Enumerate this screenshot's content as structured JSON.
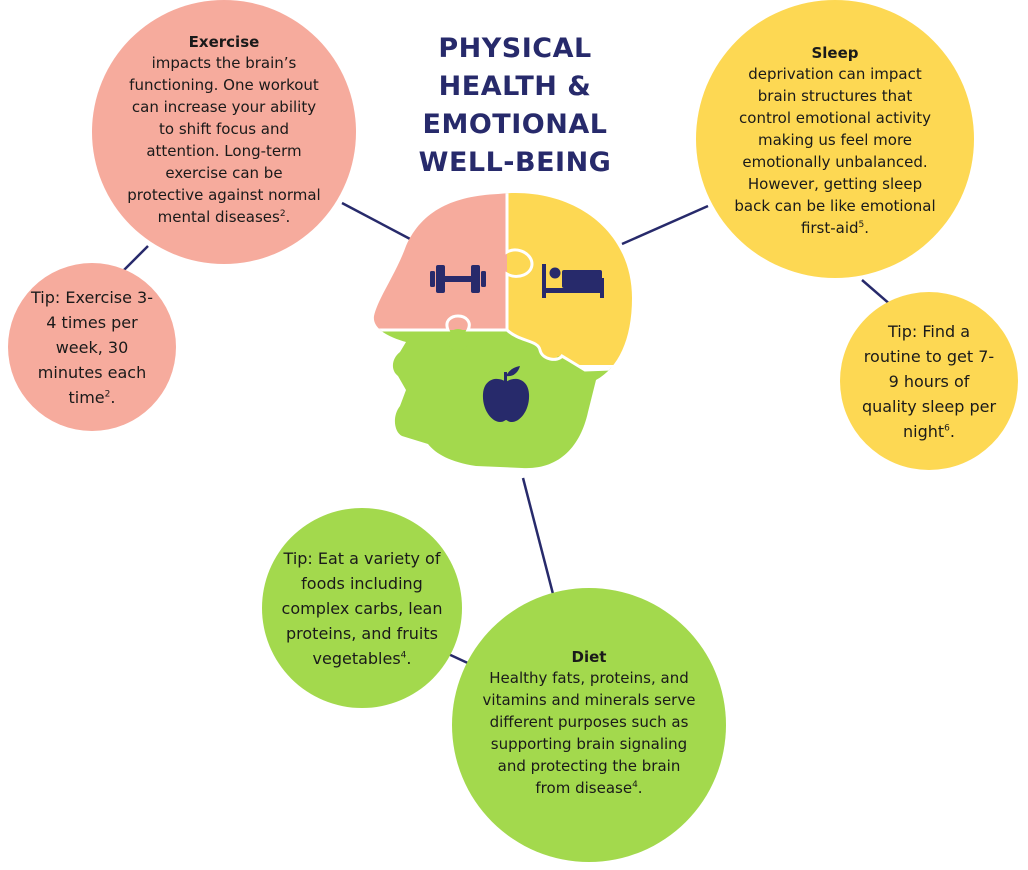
{
  "title": "PHYSICAL HEALTH & EMOTIONAL WELL-BEING",
  "colors": {
    "exercise_pink": "#f6ab9d",
    "sleep_yellow": "#fdd853",
    "diet_green": "#a3d94d",
    "navy": "#272a6b"
  },
  "exercise": {
    "heading": "Exercise",
    "body": "impacts the brain’s functioning. One workout can increase your ability to shift focus and attention. Long-term exercise can be protective against normal mental diseases",
    "ref": "2",
    "end": ".",
    "icon": "dumbbell-icon"
  },
  "exercise_tip": {
    "body": "Tip: Exercise 3-4 times per week, 30 minutes each time",
    "ref": "2",
    "end": "."
  },
  "sleep": {
    "heading": "Sleep",
    "body": "deprivation can impact brain structures that control emotional activity making us feel more emotionally unbalanced. However, getting sleep back can be like emotional first-aid",
    "ref": "5",
    "end": ".",
    "icon": "bed-icon"
  },
  "sleep_tip": {
    "body": "Tip: Find a routine to get 7-9 hours of quality sleep per night",
    "ref": "6",
    "end": "."
  },
  "diet": {
    "heading": "Diet",
    "body": "Healthy fats, proteins, and vitamins and minerals serve different purposes such as supporting brain signaling and protecting the brain from disease",
    "ref": "4",
    "end": ".",
    "icon": "apple-icon"
  },
  "diet_tip": {
    "body": "Tip: Eat a variety of foods including complex carbs, lean proteins, and fruits vegetables",
    "ref": "4",
    "end": "."
  }
}
